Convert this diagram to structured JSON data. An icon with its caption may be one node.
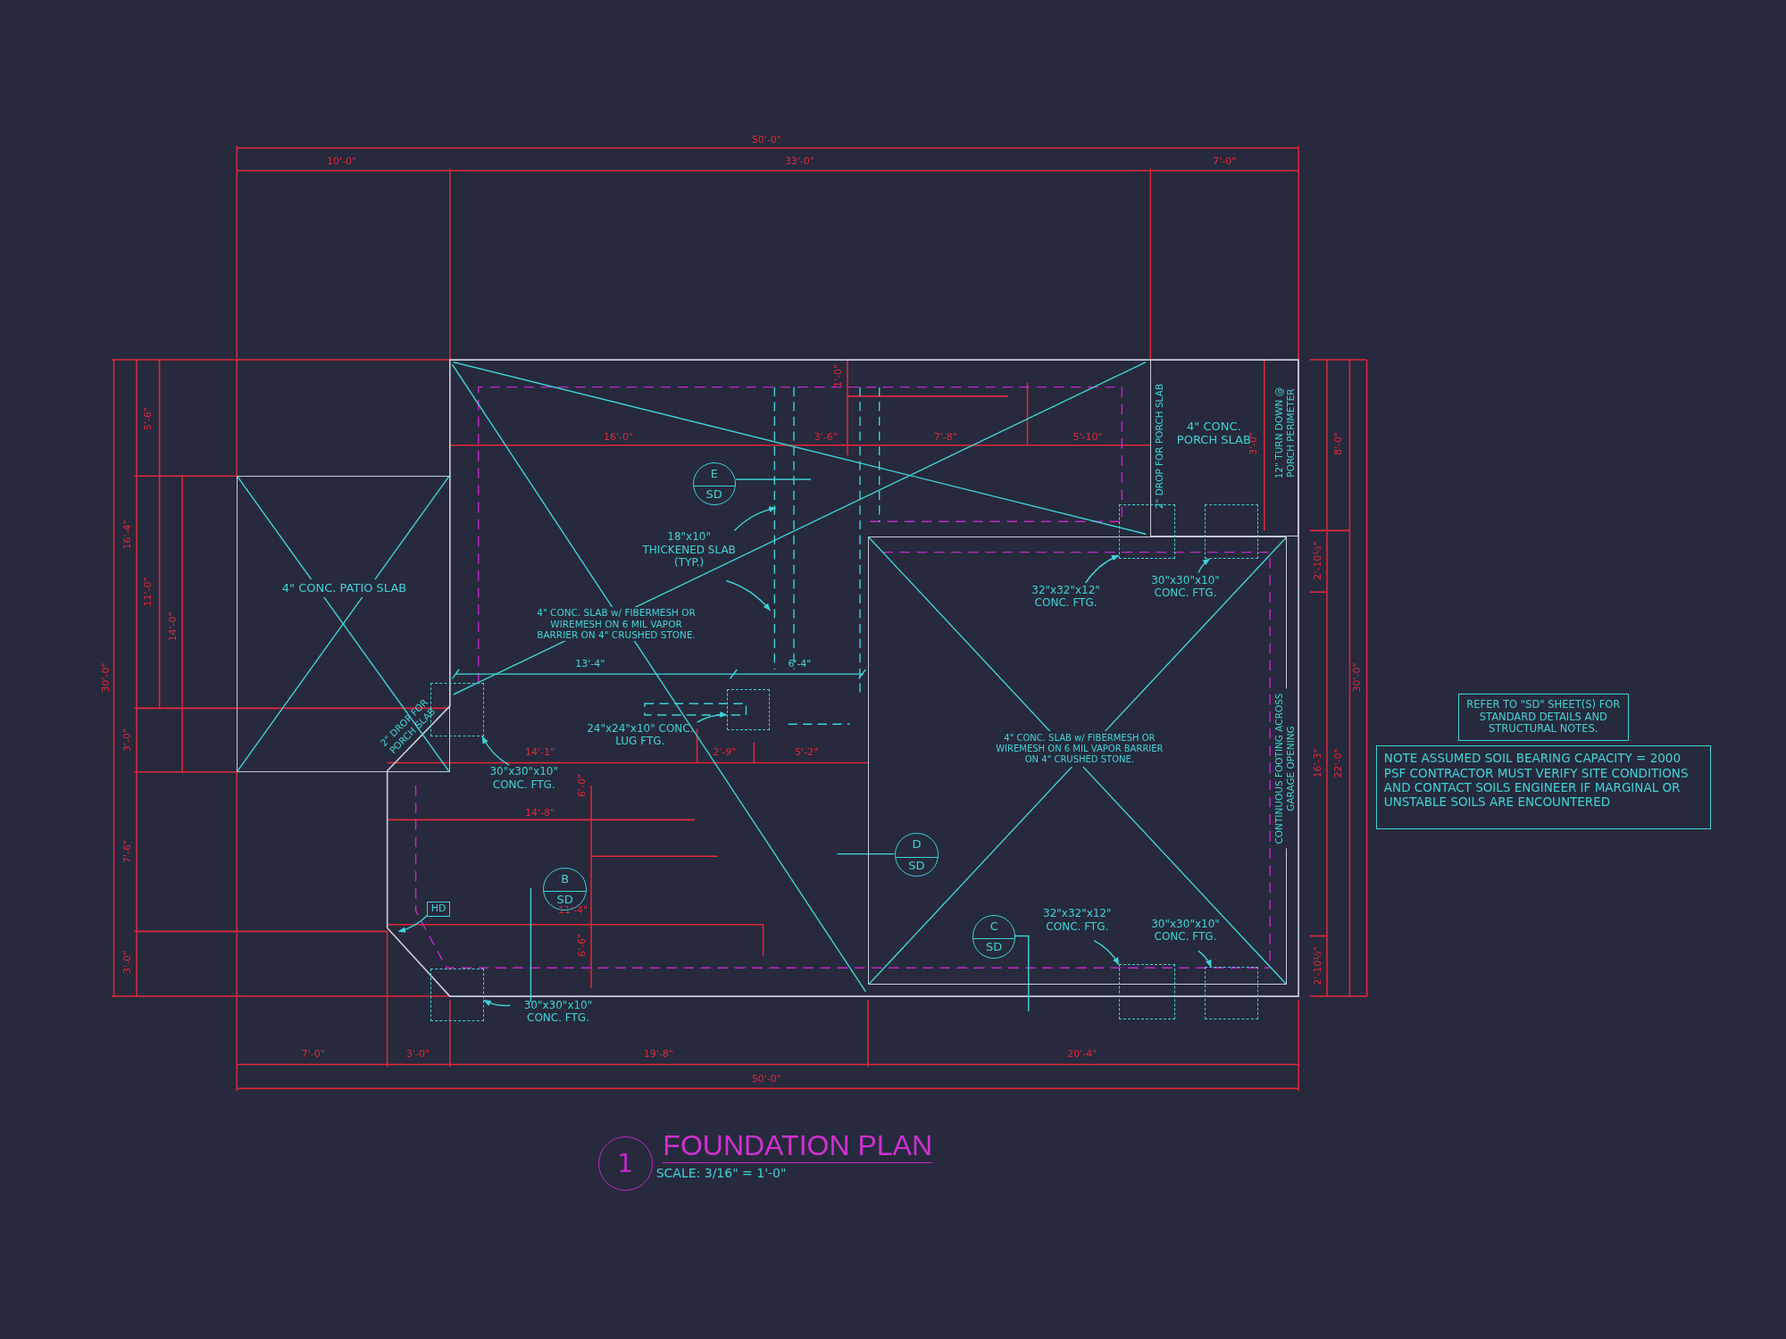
{
  "diagram": {
    "title": "FOUNDATION PLAN",
    "caption": "SCALE: 3/16\" = 1'-0\"",
    "nodes": [
      {
        "text": [
          "4\" CONC. PATIO SLAB"
        ]
      },
      {
        "text": [
          "4\" CONC. PORCH SLAB"
        ]
      },
      {
        "text": [
          "E",
          "SD"
        ]
      },
      {
        "text": [
          "18\"x10\" THICKENED SLAB (TYP.)"
        ]
      },
      {
        "text": [],
        "shape": "box"
      },
      {
        "text": [],
        "shape": "box"
      },
      {
        "text": [
          "4\" CONC. SLAB w/ FIBERMESH OR WIREMESH ON 6 MIL VAPOR BARRIER ON 4\" CRUSHED STONE."
        ]
      },
      {
        "text": [
          "32\"x32\"x12\" CONC. FTG."
        ],
        "in": 6
      },
      {
        "text": [
          "30\"x30\"x10\" CONC. FTG."
        ],
        "in": 6
      },
      {
        "text": [],
        "shape": "box"
      },
      {
        "text": [],
        "shape": "box"
      },
      {
        "text": [
          "24\"x24\"x10\" CONC. LUG FTG."
        ]
      },
      {
        "text": [
          "30\"x30\"x10\" CONC. FTG."
        ]
      },
      {
        "text": [
          "REFER TO \"SD\" SHEET(S) FOR STANDARD DETAILS AND STRUCTURAL NOTES."
        ]
      },
      {
        "text": [
          "NOTE ASSUMED SOIL BEARING CAPACITY = 2000 PSF CONTRACTOR MUST VERIFY SITE CONDITIONS AND CONTACT SOILS ENGINEER IF MARGINAL OR UNSTABLE SOILS ARE ENCOUNTERED"
        ]
      },
      {
        "text": [
          "D",
          "SD"
        ],
        "in": 6
      },
      {
        "text": [
          "HD"
        ]
      },
      {
        "text": [
          "B",
          "SD"
        ]
      },
      {
        "text": [
          "C",
          "SD"
        ],
        "in": 6
      },
      {
        "text": [
          "32\"x32\"x12\" CONC. FTG."
        ],
        "in": 6
      },
      {
        "text": [
          "30\"x30\"x10\" CONC. FTG."
        ],
        "in": 6
      },
      {
        "text": [],
        "shape": "box"
      },
      {
        "text": [],
        "shape": "box"
      },
      {
        "text": [],
        "shape": "box"
      },
      {
        "text": [
          "30\"x30\"x10\" CONC. FTG."
        ]
      },
      {
        "text": [
          "1"
        ]
      }
    ],
    "edges": [
      {
        "from": 3,
        "to": null,
        "arrow": "to"
      },
      {
        "from": 3,
        "to": null,
        "arrow": "to"
      },
      {
        "from": 7,
        "to": 4,
        "arrow": "to"
      },
      {
        "from": 8,
        "to": 5,
        "arrow": "to"
      },
      {
        "from": 11,
        "to": 10,
        "arrow": "to"
      },
      {
        "from": 12,
        "to": 9,
        "arrow": "to"
      },
      {
        "from": 16,
        "to": null,
        "arrow": "to"
      },
      {
        "from": 19,
        "to": 22,
        "arrow": "to"
      },
      {
        "from": 20,
        "to": 23,
        "arrow": "to"
      },
      {
        "from": 24,
        "to": 21,
        "arrow": "to"
      }
    ],
    "labels": [
      "50'-0\"",
      "10'-0\"",
      "33'-0\"",
      "7'-0\"",
      "1'-0\"",
      "5'-6\"",
      "16'-0\"",
      "3'-6\"",
      "7'-8\"",
      "5'-10\"",
      "2\" DROP FOR PORCH SLAB",
      "3'-0\"",
      "12\" TURN DOWN @ PORCH PERIMETER",
      "8'-0\"",
      "16'-4\"",
      "2'-10½\"",
      "11'-0\"",
      "14'-0\"",
      "4\" CONC. SLAB w/ FIBERMESH OR WIREMESH ON 6 MIL VAPOR BARRIER ON 4\" CRUSHED STONE.",
      "13'-4\"",
      "6'-4\"",
      "30'-0\"",
      "30'-0\"",
      "CONTINUOUS FOOTING ACROSS GARAGE OPENING",
      "2\" DROP FOR PORCH SLAB",
      "3'-0\"",
      "14'-1\"",
      "2'-9\"",
      "5'-2\"",
      "16'-3\"",
      "22'-0\"",
      "6'-0\"",
      "14'-8\"",
      "7'-6\"",
      "11'-4\"",
      "6'-6\"",
      "3'-0\"",
      "2'-10½\"",
      "7'-0\"",
      "3'-0\"",
      "19'-8\"",
      "20'-4\"",
      "50'-0\""
    ]
  }
}
